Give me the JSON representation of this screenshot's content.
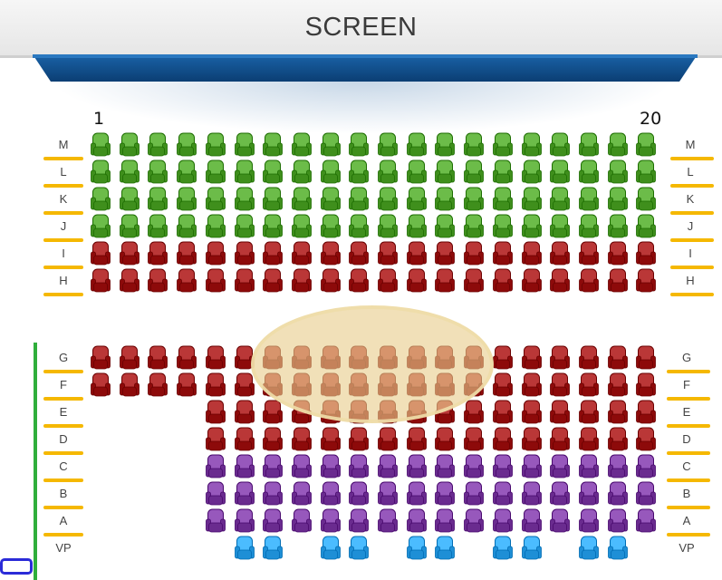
{
  "screen": {
    "label": "SCREEN"
  },
  "seat_numbers": {
    "first": "1",
    "last": "20"
  },
  "colors": {
    "standard": "#3f8f1c",
    "regular": "#8d0a0a",
    "premium": "#6a2b8f",
    "vip": "#1e8fd6",
    "row_underline": "#f5b800",
    "screen_panel": "#0f4a86",
    "highlight": "#e8cd8c",
    "section_line": "#2fae3b",
    "corner_box": "#2b2bd8"
  },
  "upper_section": {
    "rows": [
      {
        "label": "M",
        "type": "standard",
        "seats": [
          1,
          2,
          3,
          4,
          5,
          6,
          7,
          8,
          9,
          10,
          11,
          12,
          13,
          14,
          15,
          16,
          17,
          18,
          19,
          20
        ]
      },
      {
        "label": "L",
        "type": "standard",
        "seats": [
          1,
          2,
          3,
          4,
          5,
          6,
          7,
          8,
          9,
          10,
          11,
          12,
          13,
          14,
          15,
          16,
          17,
          18,
          19,
          20
        ]
      },
      {
        "label": "K",
        "type": "standard",
        "seats": [
          1,
          2,
          3,
          4,
          5,
          6,
          7,
          8,
          9,
          10,
          11,
          12,
          13,
          14,
          15,
          16,
          17,
          18,
          19,
          20
        ]
      },
      {
        "label": "J",
        "type": "standard",
        "seats": [
          1,
          2,
          3,
          4,
          5,
          6,
          7,
          8,
          9,
          10,
          11,
          12,
          13,
          14,
          15,
          16,
          17,
          18,
          19,
          20
        ]
      },
      {
        "label": "I",
        "type": "regular",
        "seats": [
          1,
          2,
          3,
          4,
          5,
          6,
          7,
          8,
          9,
          10,
          11,
          12,
          13,
          14,
          15,
          16,
          17,
          18,
          19,
          20
        ]
      },
      {
        "label": "H",
        "type": "regular",
        "seats": [
          1,
          2,
          3,
          4,
          5,
          6,
          7,
          8,
          9,
          10,
          11,
          12,
          13,
          14,
          15,
          16,
          17,
          18,
          19,
          20
        ]
      }
    ]
  },
  "lower_section": {
    "rows": [
      {
        "label": "G",
        "type": "regular",
        "seats": [
          1,
          2,
          3,
          4,
          5,
          6,
          7,
          8,
          9,
          10,
          11,
          12,
          13,
          14,
          15,
          16,
          17,
          18,
          19,
          20
        ]
      },
      {
        "label": "F",
        "type": "regular",
        "seats": [
          1,
          2,
          3,
          4,
          5,
          6,
          7,
          8,
          9,
          10,
          11,
          12,
          13,
          14,
          15,
          16,
          17,
          18,
          19,
          20
        ]
      },
      {
        "label": "E",
        "type": "regular",
        "seats": [
          5,
          6,
          7,
          8,
          9,
          10,
          11,
          12,
          13,
          14,
          15,
          16,
          17,
          18,
          19,
          20
        ]
      },
      {
        "label": "D",
        "type": "regular",
        "seats": [
          5,
          6,
          7,
          8,
          9,
          10,
          11,
          12,
          13,
          14,
          15,
          16,
          17,
          18,
          19,
          20
        ]
      },
      {
        "label": "C",
        "type": "premium",
        "seats": [
          5,
          6,
          7,
          8,
          9,
          10,
          11,
          12,
          13,
          14,
          15,
          16,
          17,
          18,
          19,
          20
        ]
      },
      {
        "label": "B",
        "type": "premium",
        "seats": [
          5,
          6,
          7,
          8,
          9,
          10,
          11,
          12,
          13,
          14,
          15,
          16,
          17,
          18,
          19,
          20
        ]
      },
      {
        "label": "A",
        "type": "premium",
        "seats": [
          5,
          6,
          7,
          8,
          9,
          10,
          11,
          12,
          13,
          14,
          15,
          16,
          17,
          18,
          19,
          20
        ]
      },
      {
        "label": "VP",
        "type": "vip",
        "seats": [
          6,
          7,
          9,
          10,
          12,
          13,
          15,
          16,
          18,
          19
        ]
      }
    ]
  }
}
